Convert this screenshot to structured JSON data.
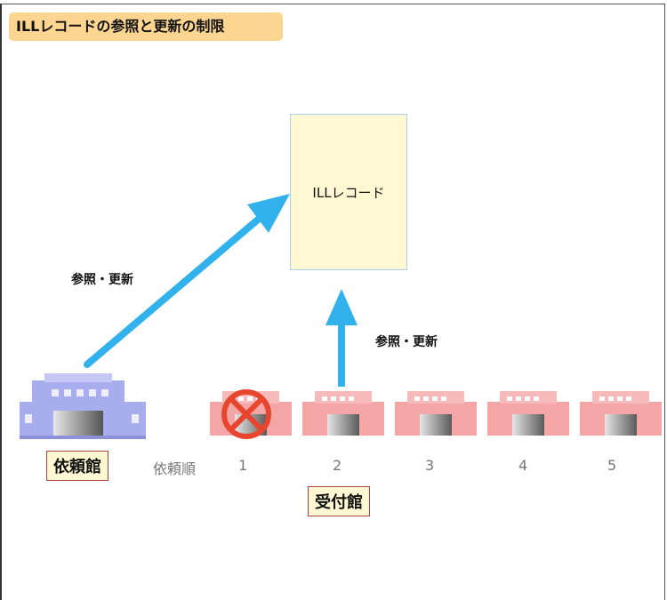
{
  "title": "ILLレコードの参照と更新の制限",
  "record_label": "ILLレコード",
  "action_label_left": "参照・更新",
  "action_label_right": "参照・更新",
  "requester_label": "依頼館",
  "order_label": "依頼順",
  "order_numbers": [
    "1",
    "2",
    "3",
    "4",
    "5"
  ],
  "receiver_label": "受付館",
  "colors": {
    "arrow": "#31b2ec",
    "requester_building": "#a8adee",
    "receiver_building": "#f4a6a6",
    "cross": "#e8452f",
    "record_fill": "#fff8d2",
    "title_fill": "#fcd590"
  }
}
